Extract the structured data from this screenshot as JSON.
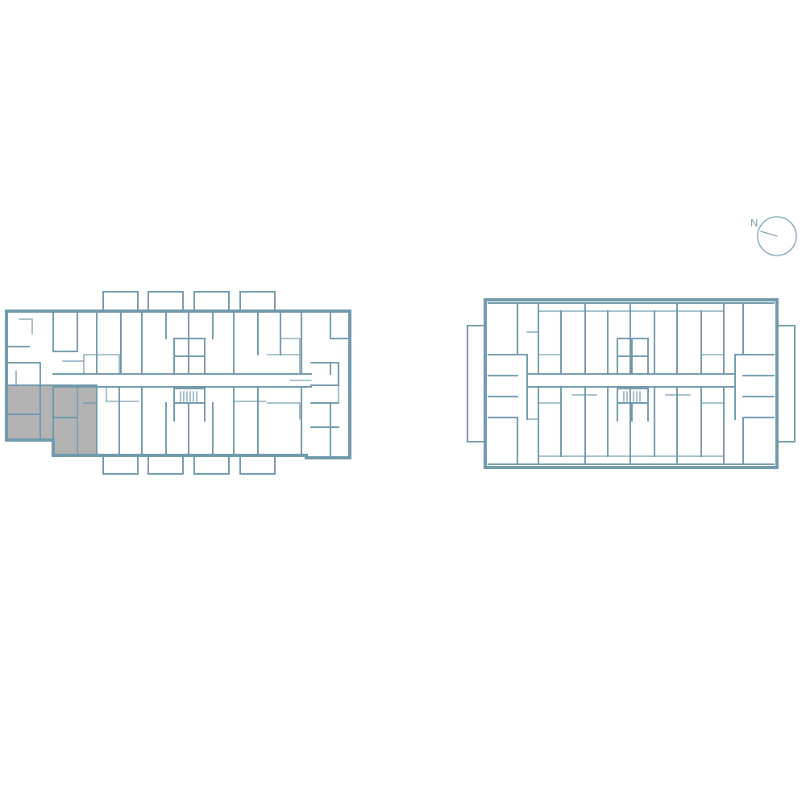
{
  "colors": {
    "wall": "#6f98ab",
    "highlight_fill": "#b3b3b3",
    "background": "#ffffff"
  },
  "compass": {
    "label": "N",
    "icon": "north-arrow-icon"
  },
  "buildings": [
    {
      "name": "left-building",
      "highlighted_unit": "west-corner-unit"
    },
    {
      "name": "right-building",
      "highlighted_unit": ""
    }
  ]
}
